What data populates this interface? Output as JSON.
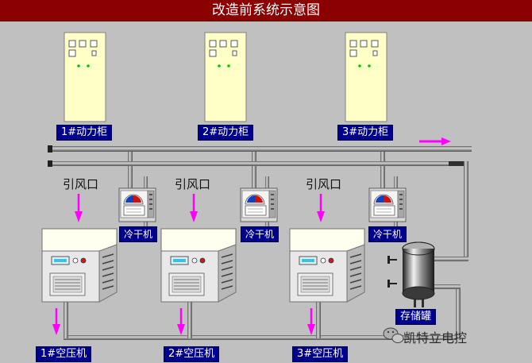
{
  "title": "改造前系统示意图",
  "cabinets": [
    {
      "label": "1#动力柜"
    },
    {
      "label": "2#动力柜"
    },
    {
      "label": "3#动力柜"
    }
  ],
  "intake_labels": [
    "引风口",
    "引风口",
    "引风口"
  ],
  "dryers": [
    {
      "label": "冷干机"
    },
    {
      "label": "冷干机"
    },
    {
      "label": "冷干机"
    }
  ],
  "compressors": [
    {
      "label": "1#空压机"
    },
    {
      "label": "2#空压机"
    },
    {
      "label": "3#空压机"
    }
  ],
  "tank": {
    "label": "存储罐"
  },
  "watermark": "凯特立电控",
  "colors": {
    "title_bg": "#8b0000",
    "label_bg": "#00008b",
    "cabinet": "#ffffc8",
    "arrow": "#ff00ff",
    "background": "#c0c0c0"
  }
}
